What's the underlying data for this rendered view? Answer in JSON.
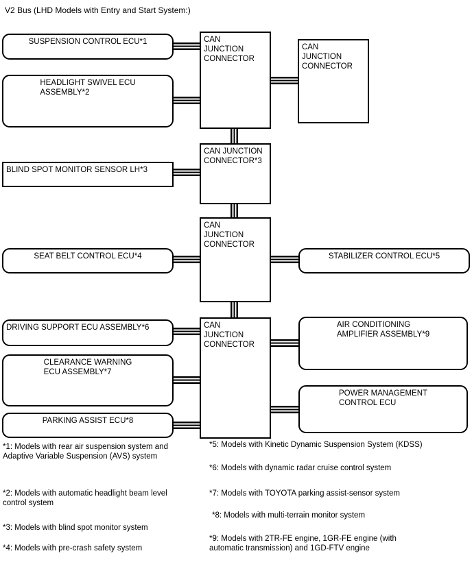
{
  "title": "V2 Bus (LHD Models with Entry and Start System:)",
  "colors": {
    "line": "#000000",
    "background": "#ffffff"
  },
  "nodes": {
    "suspension_control": "SUSPENSION CONTROL ECU*1",
    "headlight_swivel": "HEADLIGHT SWIVEL ECU\nASSEMBLY*2",
    "blind_spot_monitor": "BLIND SPOT MONITOR SENSOR LH*3",
    "seat_belt_control": "SEAT BELT CONTROL ECU*4",
    "driving_support": "DRIVING SUPPORT ECU ASSEMBLY*6",
    "clearance_warning": "CLEARANCE WARNING\nECU ASSEMBLY*7",
    "parking_assist": "PARKING ASSIST ECU*8",
    "can_junction": "CAN\nJUNCTION\nCONNECTOR",
    "can_junction_3": "CAN JUNCTION\nCONNECTOR*3",
    "stabilizer_control": "STABILIZER CONTROL ECU*5",
    "air_conditioning_amplifier": "AIR CONDITIONING\nAMPLIFIER ASSEMBLY*9",
    "power_management": "POWER MANAGEMENT\nCONTROL ECU"
  },
  "footnotes": [
    "*1: Models with rear air suspension system and\nAdaptive Variable Suspension (AVS) system",
    "*2: Models with automatic headlight beam level\ncontrol system",
    "*3: Models with blind spot monitor system",
    "*4: Models with pre-crash safety system",
    "*5: Models with Kinetic Dynamic Suspension System (KDSS)",
    "*6: Models with dynamic radar cruise control system",
    "*7: Models with TOYOTA parking assist-sensor system",
    "*8: Models with multi-terrain monitor system",
    "*9: Models with 2TR-FE engine, 1GR-FE engine (with\nautomatic transmission) and 1GD-FTV engine"
  ]
}
